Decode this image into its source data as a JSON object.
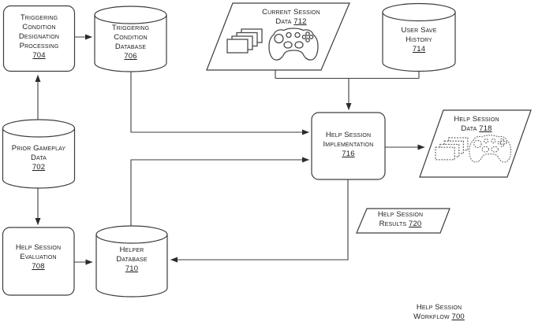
{
  "figure": {
    "kind": "patent-flow-diagram",
    "caption": {
      "lines": [
        "Help Session",
        "Workflow"
      ],
      "ref": "700"
    }
  },
  "colors": {
    "background": "#ffffff",
    "line": "#3d3d3d",
    "text": "#1c1c1c"
  },
  "nodes": {
    "n704": {
      "shape": "rounded-box",
      "lines": [
        "Triggering",
        "Condition",
        "Designation",
        "Processing"
      ],
      "ref": "704"
    },
    "n706": {
      "shape": "cylinder",
      "lines": [
        "Triggering",
        "Condition",
        "Database"
      ],
      "ref": "706"
    },
    "n712": {
      "shape": "parallelogram",
      "lines": [
        "Current Session",
        "Data"
      ],
      "ref": "712"
    },
    "n714": {
      "shape": "cylinder",
      "lines": [
        "User Save",
        "History"
      ],
      "ref": "714"
    },
    "n702": {
      "shape": "cylinder",
      "lines": [
        "Prior Gameplay",
        "Data"
      ],
      "ref": "702"
    },
    "n716": {
      "shape": "rounded-box",
      "lines": [
        "Help Session",
        "Implementation"
      ],
      "ref": "716"
    },
    "n718": {
      "shape": "parallelogram",
      "lines": [
        "Help Session",
        "Data"
      ],
      "ref": "718"
    },
    "n708": {
      "shape": "rounded-box",
      "lines": [
        "Help Session",
        "Evaluation"
      ],
      "ref": "708"
    },
    "n710": {
      "shape": "cylinder",
      "lines": [
        "Helper",
        "Database"
      ],
      "ref": "710"
    },
    "n720": {
      "shape": "parallelogram",
      "lines": [
        "Help Session",
        "Results"
      ],
      "ref": "720"
    }
  },
  "icons": {
    "n712": [
      "screenshot-stack-icon",
      "gamepad-icon"
    ],
    "n718": [
      "screenshot-stack-dotted-icon",
      "gamepad-dotted-icon"
    ]
  },
  "connections": [
    {
      "from": "704",
      "to": "706"
    },
    {
      "from": "702",
      "to": "704"
    },
    {
      "from": "702",
      "to": "708"
    },
    {
      "from": "706",
      "to": "716"
    },
    {
      "from": "710",
      "to": "716"
    },
    {
      "from": "712",
      "to": "716"
    },
    {
      "from": "714",
      "to": "716"
    },
    {
      "from": "716",
      "to": "718"
    },
    {
      "from": "716",
      "to": "710",
      "via_label": "720"
    },
    {
      "from": "708",
      "to": "710"
    }
  ]
}
